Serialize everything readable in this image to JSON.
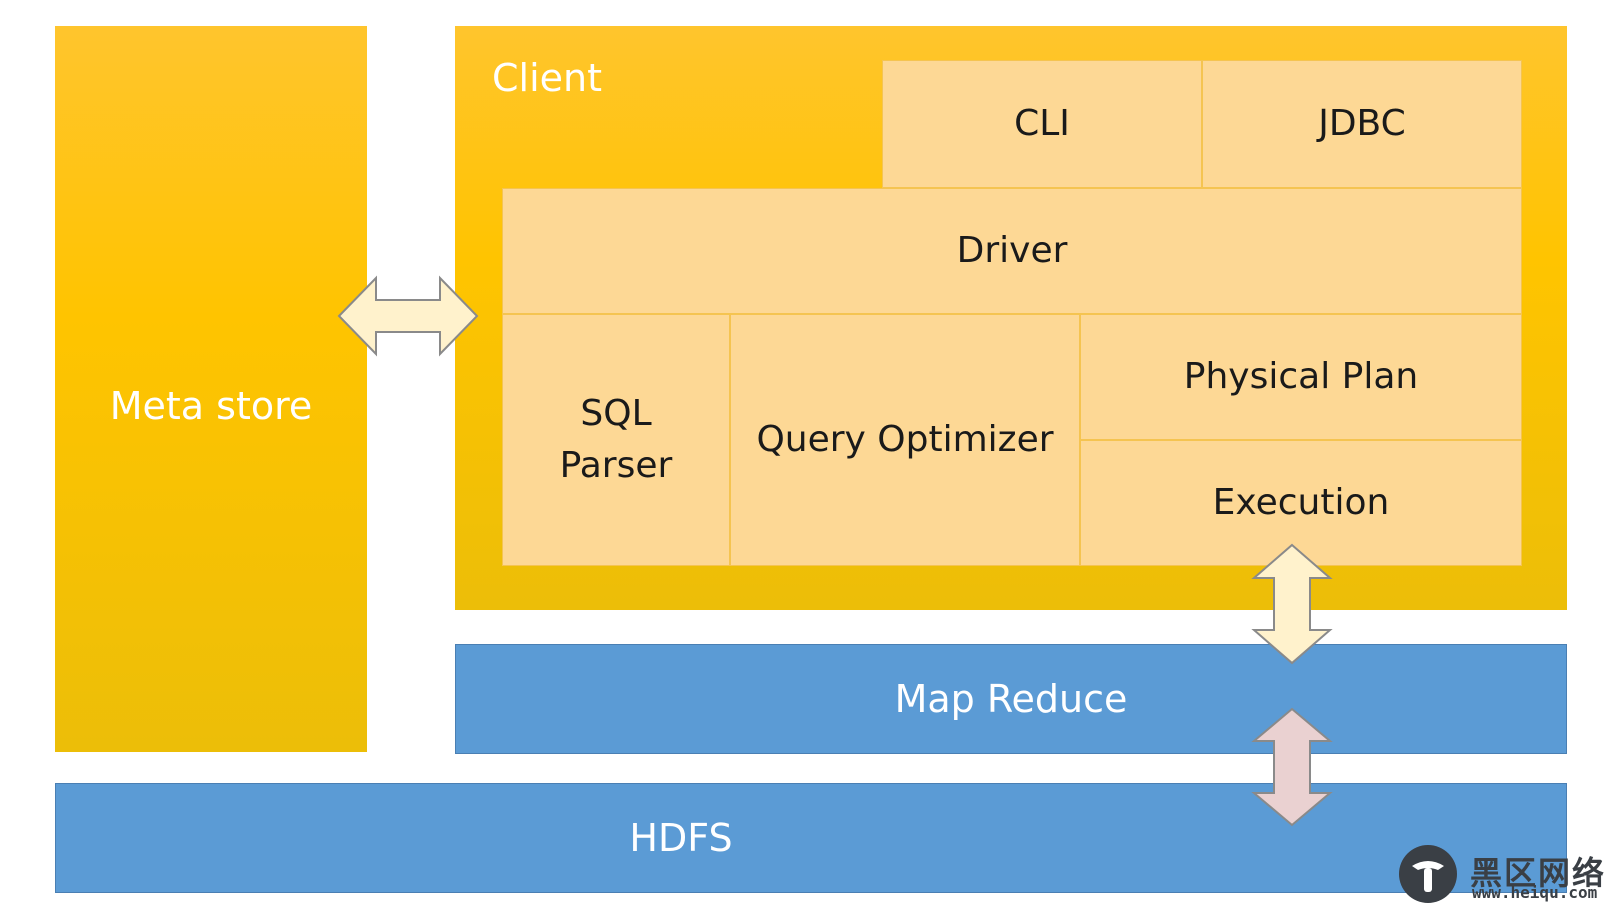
{
  "diagram": {
    "metastore": "Meta store",
    "client": "Client",
    "cli": "CLI",
    "jdbc": "JDBC",
    "driver": "Driver",
    "sql_parser": "SQL Parser",
    "query_optimizer": "Query Optimizer",
    "physical_plan": "Physical Plan",
    "execution": "Execution",
    "map_reduce": "Map Reduce",
    "hdfs": "HDFS"
  },
  "watermark": {
    "title": "黑区网络",
    "url": "www.heiqu.com"
  },
  "colors": {
    "gold": "#ffc400",
    "pale_block": "#fdd895",
    "blue": "#5b9bd5",
    "arrow_cream": "#fff2cc",
    "arrow_pink": "#ead1d1"
  }
}
